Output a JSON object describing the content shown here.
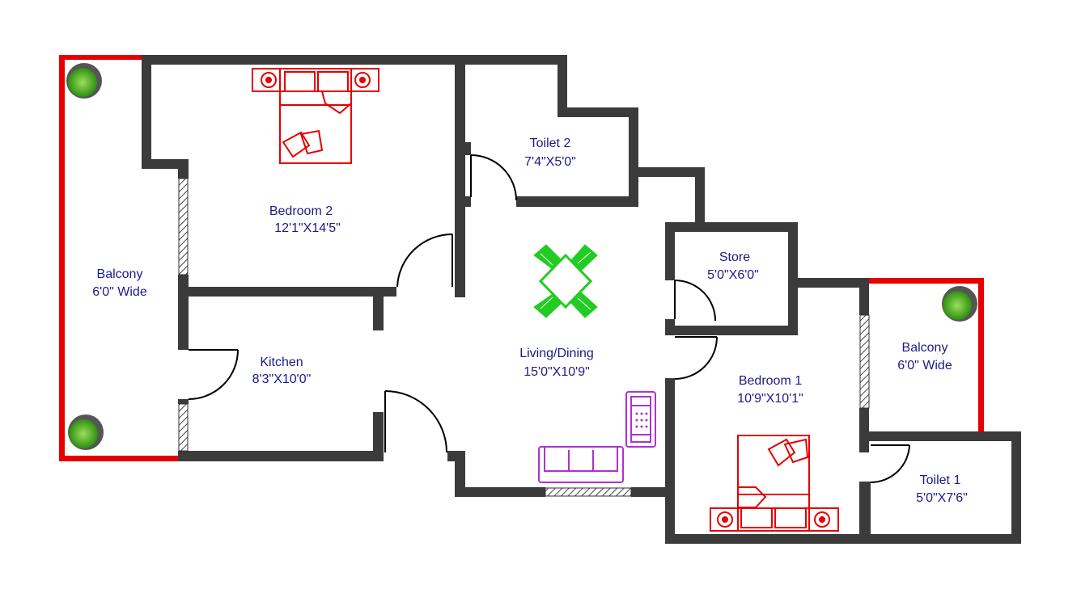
{
  "rooms": {
    "bedroom2": {
      "name": "Bedroom 2",
      "size": "12'1\"X14'5\""
    },
    "toilet2": {
      "name": "Toilet 2",
      "size": "7'4\"X5'0\""
    },
    "balcony_left": {
      "name": "Balcony",
      "size": "6'0\" Wide"
    },
    "kitchen": {
      "name": "Kitchen",
      "size": "8'3\"X10'0\""
    },
    "living": {
      "name": "Living/Dining",
      "size": "15'0\"X10'9\""
    },
    "store": {
      "name": "Store",
      "size": "5'0\"X6'0\""
    },
    "bedroom1": {
      "name": "Bedroom 1",
      "size": "10'9\"X10'1\""
    },
    "balcony_right": {
      "name": "Balcony",
      "size": "6'0\" Wide"
    },
    "toilet1": {
      "name": "Toilet 1",
      "size": "5'0\"X7'6\""
    }
  },
  "colors": {
    "wall": "#3b3b3b",
    "label": "#1a1a8c",
    "bed": "#e60000",
    "dining": "#22cc22",
    "sofa": "#b030d0",
    "plant": "#3cae1e",
    "railing": "#e60000"
  },
  "icons": [
    "double-bed-icon",
    "dining-table-icon",
    "sofa-icon",
    "armchair-icon",
    "plant-icon",
    "door-swing-icon",
    "window-icon"
  ]
}
